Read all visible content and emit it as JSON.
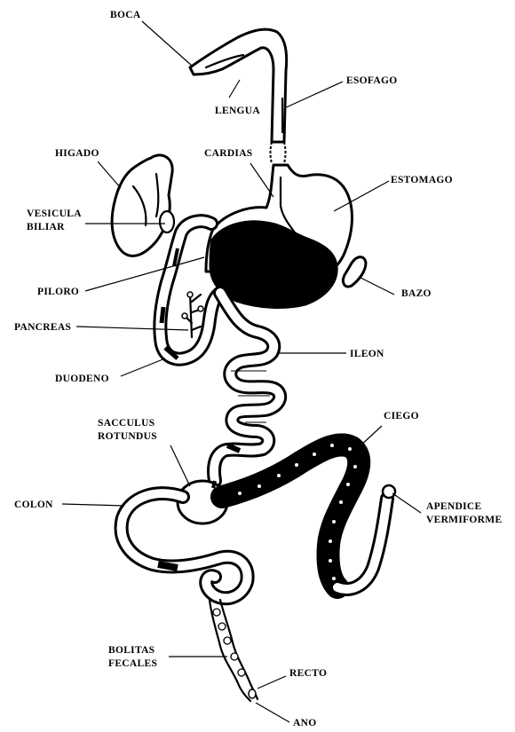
{
  "labels": {
    "boca": "BOCA",
    "lengua": "LENGUA",
    "esofago": "ESOFAGO",
    "higado": "HIGADO",
    "cardias": "CARDIAS",
    "estomago": "ESTOMAGO",
    "vesicula_1": "VESICULA",
    "vesicula_2": "BILIAR",
    "piloro": "PILORO",
    "bazo": "BAZO",
    "pancreas": "PANCREAS",
    "ileon": "ILEON",
    "duodeno": "DUODENO",
    "sacculus_1": "SACCULUS",
    "sacculus_2": "ROTUNDUS",
    "ciego": "CIEGO",
    "colon": "COLON",
    "apendice_1": "APENDICE",
    "apendice_2": "VERMIFORME",
    "bolitas_1": "BOLITAS",
    "bolitas_2": "FECALES",
    "recto": "RECTO",
    "ano": "ANO"
  }
}
